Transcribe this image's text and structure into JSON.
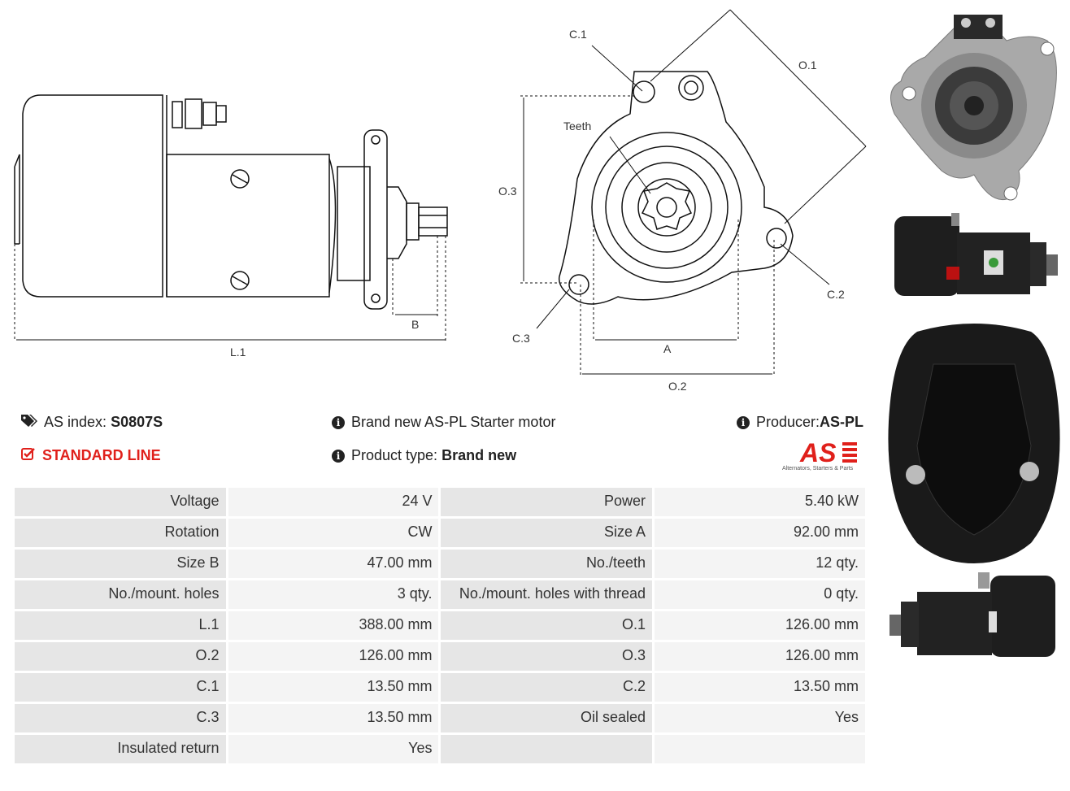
{
  "drawing": {
    "labels": {
      "l1": "L.1",
      "b": "B",
      "c1": "C.1",
      "c2": "C.2",
      "c3": "C.3",
      "o1": "O.1",
      "o2": "O.2",
      "o3": "O.3",
      "a": "A",
      "teeth": "Teeth"
    }
  },
  "info": {
    "as_index_label": "AS index:",
    "as_index_value": "S0807S",
    "standard_line": "STANDARD LINE",
    "description": "Brand new AS-PL Starter motor",
    "product_type_label": "Product type:",
    "product_type_value": "Brand new",
    "producer_label": "Producer:",
    "producer_value": "AS-PL"
  },
  "logo": {
    "text": "AS",
    "tagline": "Alternators, Starters & Parts",
    "color": "#e0201b"
  },
  "specs": [
    [
      "Voltage",
      "24 V",
      "Power",
      "5.40 kW"
    ],
    [
      "Rotation",
      "CW",
      "Size A",
      "92.00 mm"
    ],
    [
      "Size B",
      "47.00 mm",
      "No./teeth",
      "12 qty."
    ],
    [
      "No./mount. holes",
      "3 qty.",
      "No./mount. holes with thread",
      "0 qty."
    ],
    [
      "L.1",
      "388.00 mm",
      "O.1",
      "126.00 mm"
    ],
    [
      "O.2",
      "126.00 mm",
      "O.3",
      "126.00 mm"
    ],
    [
      "C.1",
      "13.50 mm",
      "C.2",
      "13.50 mm"
    ],
    [
      "C.3",
      "13.50 mm",
      "Oil sealed",
      "Yes"
    ],
    [
      "Insulated return",
      "Yes",
      "",
      ""
    ]
  ]
}
